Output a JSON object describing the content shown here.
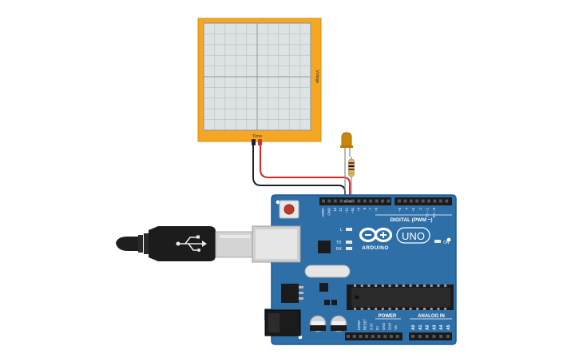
{
  "oscilloscope": {
    "x_axis_label": "Time",
    "y_axis_label": "Voltage"
  },
  "board": {
    "logo_text": "ARDUINO",
    "model_text": "UNO",
    "digital_header_label": "DIGITAL (PWM ~)",
    "power_label": "POWER",
    "analog_label": "ANALOG IN",
    "on_led_label": "ON",
    "l_led_label": "L",
    "tx_label": "TX",
    "rx_label": "RX",
    "top_pin_labels": [
      "AREF",
      "GND",
      "13",
      "12",
      "~11",
      "~10",
      "~9",
      "8",
      "7",
      "~6",
      "~5",
      "4",
      "~3",
      "2",
      "TX→1",
      "RX←0"
    ],
    "power_pin_labels": [
      "IOREF",
      "RESET",
      "3.3V",
      "5V",
      "GND",
      "GND",
      "Vin"
    ],
    "analog_pin_labels": [
      "A0",
      "A1",
      "A2",
      "A3",
      "A4",
      "A5"
    ]
  },
  "colors": {
    "board_blue": "#2f6fa8",
    "board_edge": "#1f5a8f",
    "scope_frame": "#f5a623",
    "scope_screen": "#dde2e4",
    "wire_red": "#e02424",
    "wire_black": "#222222"
  },
  "icons": {
    "usb": "usb-symbol-icon",
    "arduino_logo": "infinity-logo-icon"
  }
}
